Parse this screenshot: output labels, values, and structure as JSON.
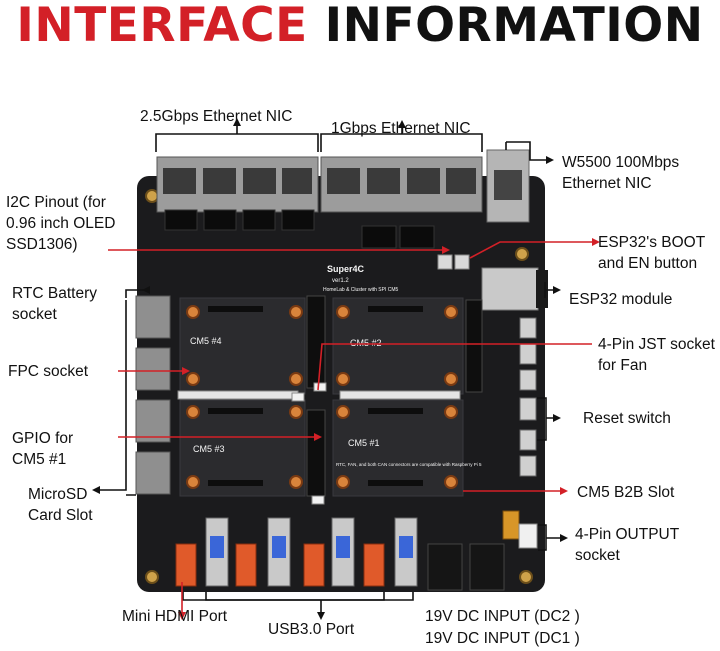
{
  "title": {
    "part1": "INTERFACE",
    "part2": "INFORMATION"
  },
  "colors": {
    "accent_red": "#d32027",
    "board": "#1b1b1d",
    "text": "#111111"
  },
  "board": {
    "model": "Super4C",
    "version": "ver1.2",
    "subtitle": "HomeLab & Cluster with SPI CM5",
    "slot_labels": [
      "CM5 #4",
      "CM5 #2",
      "CM5 #3",
      "CM5 #1"
    ],
    "slot_note": "RTC, FAN, and both CAN connectors are compatible with Raspberry Pi 5"
  },
  "labels": {
    "eth25": "2.5Gbps Ethernet NIC",
    "eth1": "1Gbps Ethernet NIC",
    "w5500": [
      "W5500 100Mbps",
      "Ethernet NIC"
    ],
    "i2c": [
      "I2C Pinout (for",
      "0.96 inch OLED",
      "SSD1306)"
    ],
    "rtc": [
      "RTC Battery",
      "socket"
    ],
    "fpc": "FPC socket",
    "gpio": [
      "GPIO for",
      "CM5 #1"
    ],
    "microsd": [
      "MicroSD",
      "Card Slot"
    ],
    "esp_boot": [
      "ESP32's BOOT",
      "and EN button"
    ],
    "esp32": "ESP32 module",
    "jst": [
      "4-Pin JST socket",
      "for Fan"
    ],
    "reset": "Reset switch",
    "b2b": "CM5 B2B Slot",
    "output": [
      "4-Pin OUTPUT",
      "socket"
    ],
    "hdmi": "Mini HDMI Port",
    "usb": "USB3.0 Port",
    "dc2": "19V DC INPUT (DC2 )",
    "dc1": "19V DC INPUT (DC1 )"
  }
}
